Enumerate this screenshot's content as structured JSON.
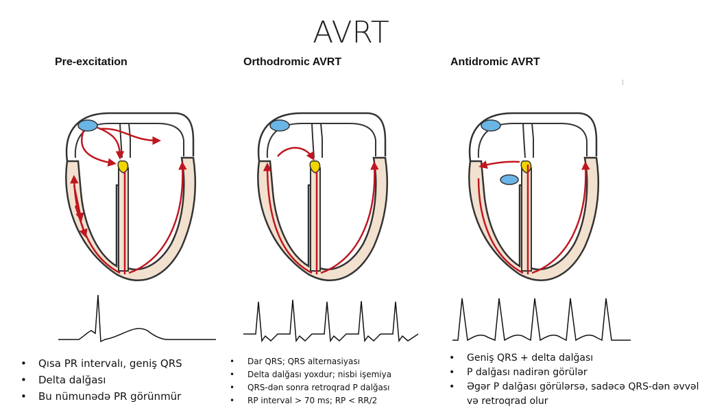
{
  "title": "AVRT",
  "panels": [
    {
      "heading": "Pre-excitation",
      "bullets": [
        "Qısa PR intervalı, geniş QRS",
        "Delta dalğası",
        "Bu nümunədə PR görünmür"
      ]
    },
    {
      "heading": "Orthodromic AVRT",
      "bullets": [
        "Dar QRS; QRS alternasiyası",
        "Delta dalğası yoxdur; nisbi işemiya",
        "QRS-dən sonra retroqrad P dalğası",
        "RP interval > 70 ms; RP < RR/2"
      ]
    },
    {
      "heading": "Antidromic AVRT",
      "bullets": [
        "Geniş QRS + delta dalğası",
        "P dalğası nadirən görülər",
        "Əgər P dalğası görülərsə, sadəcə QRS-dən əvvəl və retroqrad olur"
      ]
    }
  ],
  "colors": {
    "heart_outline": "#333333",
    "ventricle_fill": "#f2e1cf",
    "conduction_arrow": "#c0161f",
    "sa_node": "#6ab4e6",
    "av_node": "#f2d400"
  }
}
